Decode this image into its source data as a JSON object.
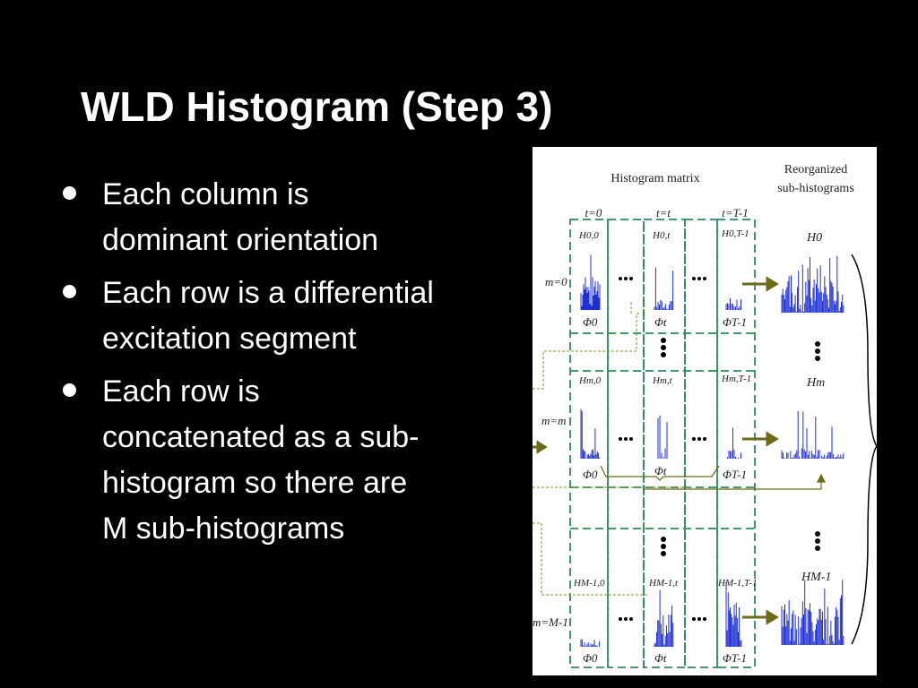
{
  "slide": {
    "title": "WLD Histogram (Step 3)",
    "bullets": [
      "Each column is dominant orientation",
      "Each row is a differential excitation segment",
      "Each row is concatenated as a sub-histogram so there are M sub-histograms"
    ]
  },
  "figure": {
    "heading_matrix": "Histogram matrix",
    "heading_reorg_1": "Reorganized",
    "heading_reorg_2": "sub-histograms",
    "col_labels": [
      "t=0",
      "t=t",
      "t=T-1"
    ],
    "row_labels": [
      "m=0",
      "m=m",
      "m=M-1"
    ],
    "cell_labels": {
      "r0": [
        "H0,0",
        "H0,t",
        "H0,T-1"
      ],
      "r1": [
        "Hm,0",
        "Hm,t",
        "Hm,T-1"
      ],
      "r2": [
        "HM-1,0",
        "HM-1,t",
        "HM-1,T-1"
      ]
    },
    "phi_labels": [
      "Φ0",
      "Φt",
      "ΦT-1"
    ],
    "output_labels": [
      "H0",
      "Hm",
      "HM-1"
    ],
    "colors": {
      "histogram": "#1f2fd6",
      "grid": "#2e8b57",
      "arrow": "#6b6b1a"
    }
  }
}
